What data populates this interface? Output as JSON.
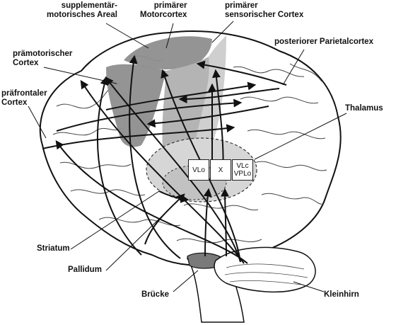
{
  "labels": {
    "sma": [
      "supplementär-",
      "motorisches Areal"
    ],
    "m1": [
      "primärer",
      "Motorcortex"
    ],
    "s1": [
      "primärer",
      "sensorischer Cortex"
    ],
    "pmc": [
      "prämotorischer",
      "Cortex"
    ],
    "ppc": [
      "posteriorer Parietalcortex"
    ],
    "pfc": [
      "präfrontaler",
      "Cortex"
    ],
    "thalamus": [
      "Thalamus"
    ],
    "striatum": [
      "Striatum"
    ],
    "pallidum": [
      "Pallidum"
    ],
    "bruecke": [
      "Brücke"
    ],
    "kleinhirn": [
      "Kleinhirn"
    ]
  },
  "thalamic_nuclei": {
    "vlo": [
      "VLo"
    ],
    "x": [
      "X"
    ],
    "vlc": [
      "VLc",
      "VPLo"
    ]
  },
  "colors": {
    "outline": "#111111",
    "cortex_dark": "#8e8e8e",
    "cortex_mid": "#b4b4b4",
    "striatum_fill": "#d6d6d6",
    "pons_fill": "#7a7a7a"
  }
}
